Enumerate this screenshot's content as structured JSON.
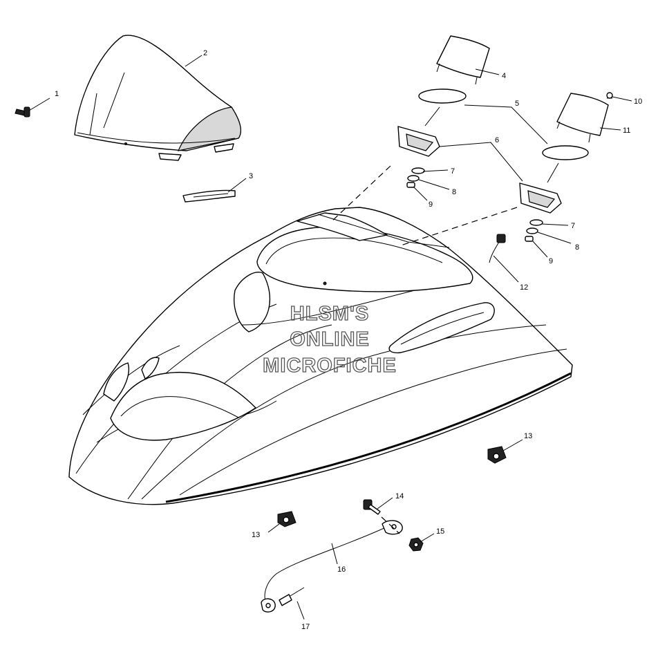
{
  "watermark": {
    "line1": "HLSM'S",
    "line2": "ONLINE",
    "line3": "MICROFICHE"
  },
  "callouts": {
    "c1": "1",
    "c2": "2",
    "c3": "3",
    "c4": "4",
    "c5": "5",
    "c6": "6",
    "c7a": "7",
    "c8a": "8",
    "c9a": "9",
    "c10": "10",
    "c11": "11",
    "c7b": "7",
    "c8b": "8",
    "c9b": "9",
    "c12": "12",
    "c13a": "13",
    "c13b": "13",
    "c14": "14",
    "c15": "15",
    "c16": "16",
    "c17": "17"
  }
}
